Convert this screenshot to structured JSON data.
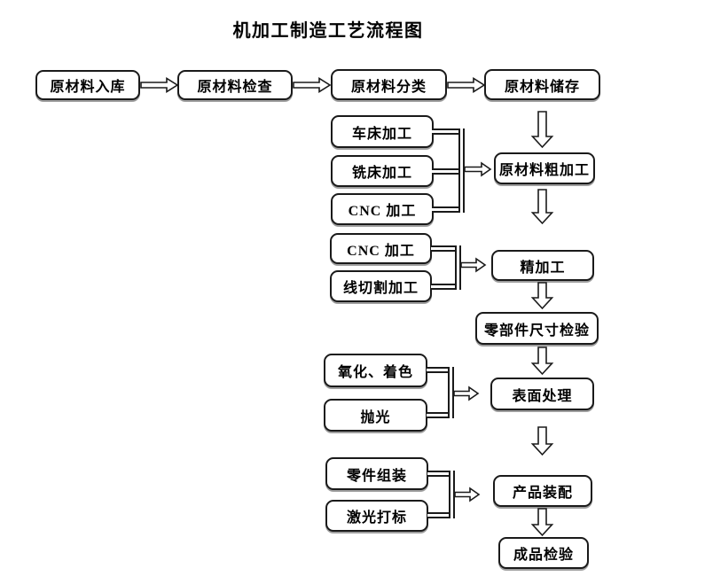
{
  "title": "机加工制造工艺流程图",
  "colors": {
    "line": "#1a1a1a",
    "background": "#ffffff"
  },
  "nodes": {
    "raw_in": "原材料入库",
    "raw_check": "原材料检查",
    "raw_sort": "原材料分类",
    "raw_store": "原材料储存",
    "lathe": "车床加工",
    "mill": "铣床加工",
    "cnc_rough": "CNC 加工",
    "raw_rough": "原材料粗加工",
    "cnc_fine": "CNC 加工",
    "wire_cut": "线切割加工",
    "fine": "精加工",
    "dim_inspect": "零部件尺寸检验",
    "oxidize_color": "氧化、着色",
    "polish": "抛光",
    "surface": "表面处理",
    "part_assembly": "零件组装",
    "laser_mark": "激光打标",
    "product_assembly": "产品装配",
    "final_inspect": "成品检验"
  }
}
